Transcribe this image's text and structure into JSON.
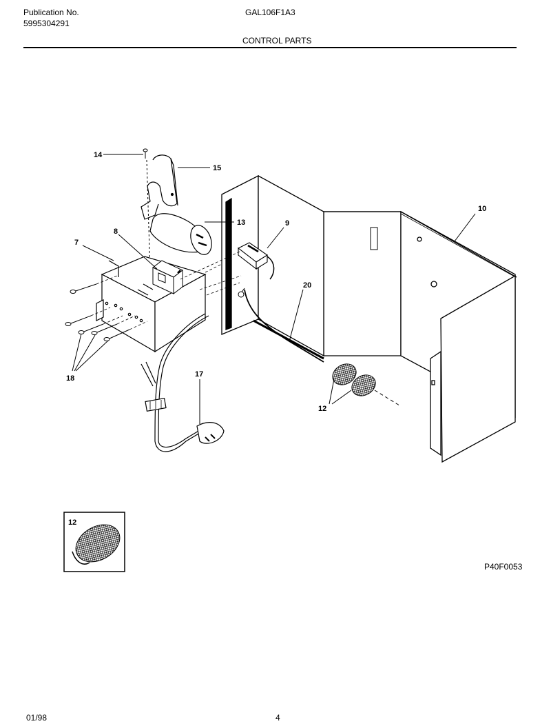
{
  "header": {
    "publication_label": "Publication No.",
    "publication_number": "5995304291",
    "model": "GAL106F1A3",
    "section_title": "CONTROL PARTS"
  },
  "diagram": {
    "callouts": [
      "14",
      "15",
      "13",
      "9",
      "10",
      "7",
      "8",
      "20",
      "18",
      "17",
      "12"
    ],
    "inset_label": "12",
    "figure_code": "P40F0053"
  },
  "footer": {
    "date": "01/98",
    "page": "4"
  }
}
